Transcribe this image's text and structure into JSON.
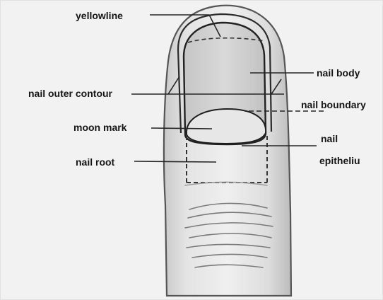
{
  "diagram": {
    "labels": {
      "yellowline": "yellowline",
      "nail_body": "nail body",
      "nail_outer_contour": "nail outer contour",
      "nail_boundary": "nail boundary",
      "moon_mark": "moon mark",
      "nail": "nail",
      "epitheliu": "epitheliu",
      "nail_root": "nail root"
    }
  }
}
